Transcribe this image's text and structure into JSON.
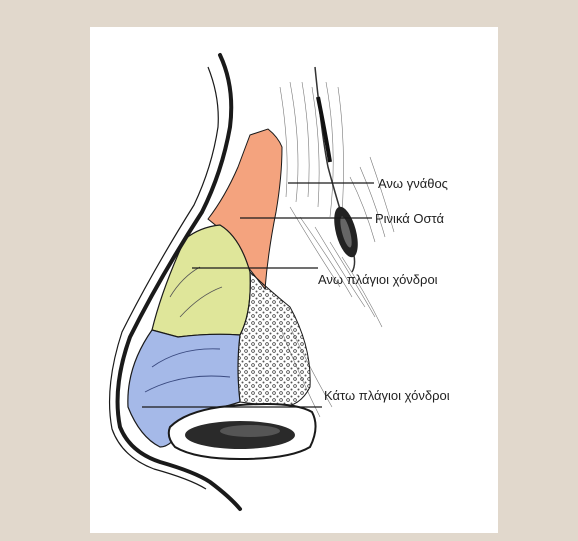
{
  "labels": {
    "upper_jaw": "Ανω γνάθος",
    "nasal_bones": "Ρινικά Οστά",
    "upper_lateral_cartilages": "Ανω πλάγιοι χόνδροι",
    "lower_lateral_cartilages": "Κάτω πλάγιοι χόνδροι"
  },
  "colors": {
    "background": "#e1d8cc",
    "panel": "#ffffff",
    "nasal_bone": "#f4a37e",
    "upper_cartilage": "#dfe69a",
    "lower_cartilage": "#a5b9e8",
    "outline": "#1a1a1a"
  }
}
